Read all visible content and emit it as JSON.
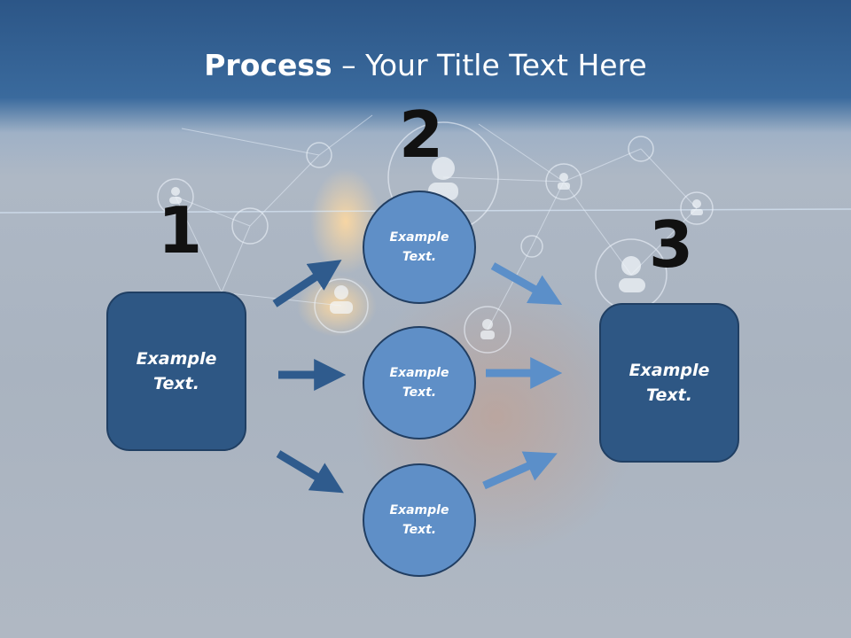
{
  "title": {
    "bold": "Process",
    "rest": " – Your Title Text Here"
  },
  "numbers": [
    "1",
    "2",
    "3"
  ],
  "left_box": {
    "text": "Example\nText."
  },
  "circles": [
    {
      "text": "Example\nText."
    },
    {
      "text": "Example\nText."
    },
    {
      "text": "Example\nText."
    }
  ],
  "right_box": {
    "text": "Example\nText."
  },
  "colors": {
    "header": "#2c5687",
    "box": "#2e5784",
    "circle": "#5f8fc7",
    "arrow_dark": "#2f5b8d",
    "arrow_light": "#5b8fc9"
  }
}
